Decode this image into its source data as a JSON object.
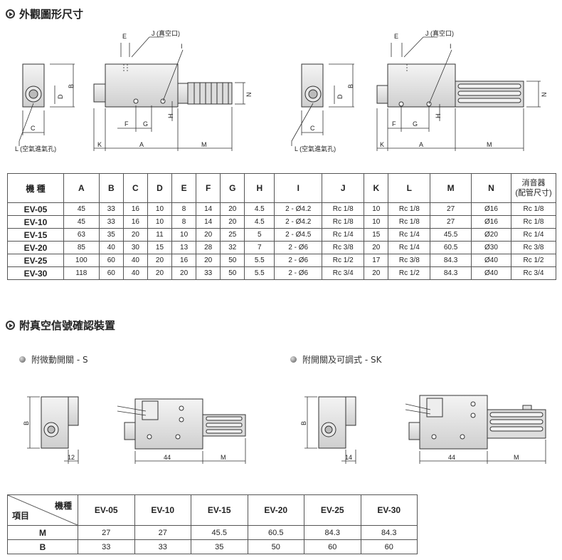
{
  "section1": {
    "title": "外觀圖形尺寸"
  },
  "diagram1": {
    "labels": {
      "E": "E",
      "J": "J (真空口)",
      "I": "I",
      "B": "B",
      "D": "D",
      "N": "N",
      "H": "H",
      "C": "C",
      "F": "F",
      "G": "G",
      "L": "L (空氣進氣孔)",
      "K": "K",
      "A": "A",
      "M": "M"
    }
  },
  "spec_table": {
    "headers": [
      "機 種",
      "A",
      "B",
      "C",
      "D",
      "E",
      "F",
      "G",
      "H",
      "I",
      "J",
      "K",
      "L",
      "M",
      "N"
    ],
    "last_header": [
      "消音器",
      "(配管尺寸)"
    ],
    "rows": [
      [
        "EV-05",
        "45",
        "33",
        "16",
        "10",
        "8",
        "14",
        "20",
        "4.5",
        "2 - Ø4.2",
        "Rc 1/8",
        "10",
        "Rc 1/8",
        "27",
        "Ø16",
        "Rc 1/8"
      ],
      [
        "EV-10",
        "45",
        "33",
        "16",
        "10",
        "8",
        "14",
        "20",
        "4.5",
        "2 - Ø4.2",
        "Rc 1/8",
        "10",
        "Rc 1/8",
        "27",
        "Ø16",
        "Rc 1/8"
      ],
      [
        "EV-15",
        "63",
        "35",
        "20",
        "11",
        "10",
        "20",
        "25",
        "5",
        "2 - Ø4.5",
        "Rc 1/4",
        "15",
        "Rc 1/4",
        "45.5",
        "Ø20",
        "Rc 1/4"
      ],
      [
        "EV-20",
        "85",
        "40",
        "30",
        "15",
        "13",
        "28",
        "32",
        "7",
        "2 - Ø6",
        "Rc 3/8",
        "20",
        "Rc 1/4",
        "60.5",
        "Ø30",
        "Rc 3/8"
      ],
      [
        "EV-25",
        "100",
        "60",
        "40",
        "20",
        "16",
        "20",
        "50",
        "5.5",
        "2 - Ø6",
        "Rc 1/2",
        "17",
        "Rc 3/8",
        "84.3",
        "Ø40",
        "Rc 1/2"
      ],
      [
        "EV-30",
        "118",
        "60",
        "40",
        "20",
        "20",
        "33",
        "50",
        "5.5",
        "2 - Ø6",
        "Rc 3/4",
        "20",
        "Rc 1/2",
        "84.3",
        "Ø40",
        "Rc 3/4"
      ]
    ]
  },
  "section2": {
    "title": "附真空信號確認裝置"
  },
  "option_s": {
    "title": "附微動開關 - S",
    "labels": {
      "B": "B",
      "w": "12",
      "d44": "44",
      "M": "M"
    }
  },
  "option_sk": {
    "title": "附開關及可調式 - SK",
    "labels": {
      "B": "B",
      "w": "14",
      "d44": "44",
      "M": "M"
    }
  },
  "table2": {
    "corner_top": "機種",
    "corner_bottom": "項目",
    "models": [
      "EV-05",
      "EV-10",
      "EV-15",
      "EV-20",
      "EV-25",
      "EV-30"
    ],
    "rows": [
      {
        "label": "M",
        "values": [
          "27",
          "27",
          "45.5",
          "60.5",
          "84.3",
          "84.3"
        ]
      },
      {
        "label": "B",
        "values": [
          "33",
          "33",
          "35",
          "50",
          "60",
          "60"
        ]
      }
    ]
  }
}
